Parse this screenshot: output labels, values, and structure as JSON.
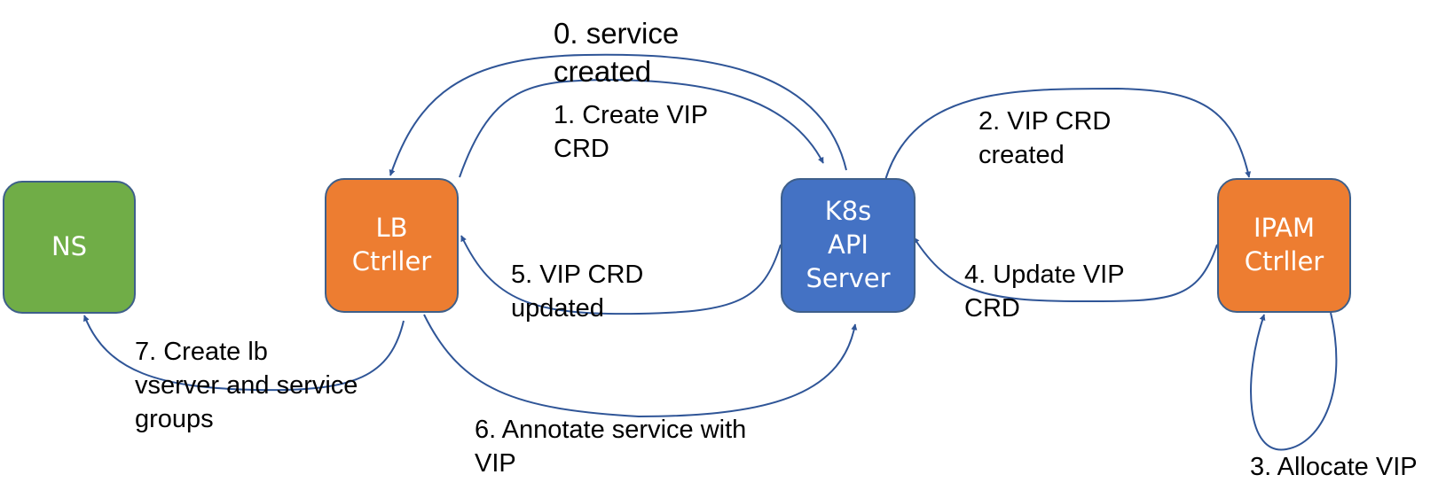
{
  "colors": {
    "edge": "#2f5597",
    "node_border": "#3e5f8a",
    "ns_fill": "#70ad47",
    "controller_fill": "#ed7d31",
    "api_fill": "#4472c4",
    "text": "#000000"
  },
  "nodes": {
    "ns": {
      "lines": [
        "NS"
      ]
    },
    "lb": {
      "lines": [
        "LB",
        "Ctrller"
      ]
    },
    "api": {
      "lines": [
        "K8s",
        "API",
        "Server"
      ]
    },
    "ipam": {
      "lines": [
        "IPAM",
        "Ctrller"
      ]
    }
  },
  "edges": {
    "step0": {
      "lines": [
        "0. service",
        "created"
      ]
    },
    "step1": {
      "lines": [
        "1. Create VIP",
        "CRD"
      ]
    },
    "step2": {
      "lines": [
        "2. VIP CRD",
        "created"
      ]
    },
    "step3": {
      "lines": [
        "3. Allocate VIP"
      ]
    },
    "step4": {
      "lines": [
        "4. Update VIP",
        "CRD"
      ]
    },
    "step5": {
      "lines": [
        "5. VIP CRD",
        "updated"
      ]
    },
    "step6": {
      "lines": [
        "6. Annotate service with",
        "VIP"
      ]
    },
    "step7": {
      "lines": [
        "7. Create lb",
        "vserver and service",
        "groups"
      ]
    }
  }
}
